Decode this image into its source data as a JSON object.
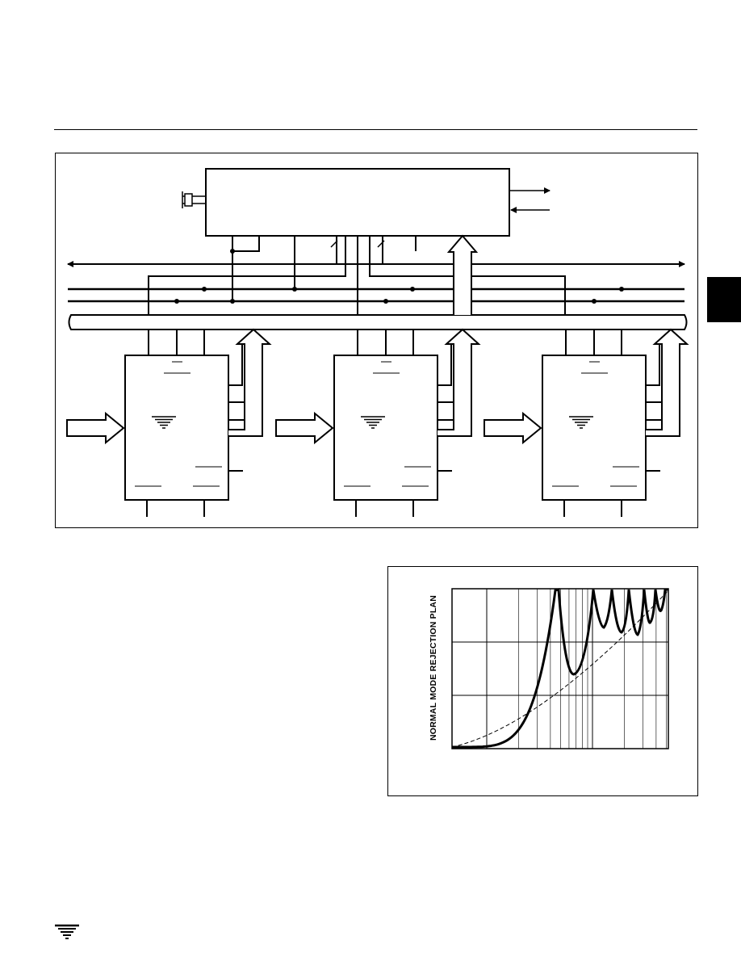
{
  "chart_data": {
    "type": "line",
    "title": "",
    "xlabel": "",
    "ylabel": "NORMAL MODE REJECTION PLAN",
    "xscale": "log",
    "grid": true,
    "series": [
      {
        "role": "rejection-curve",
        "style": "solid-thick"
      },
      {
        "role": "envelope",
        "style": "dashed"
      }
    ]
  },
  "colors": {
    "ink": "#000000",
    "paper": "#ffffff"
  },
  "icons": {
    "logo": "logo-icon",
    "crystal": "crystal-icon"
  }
}
